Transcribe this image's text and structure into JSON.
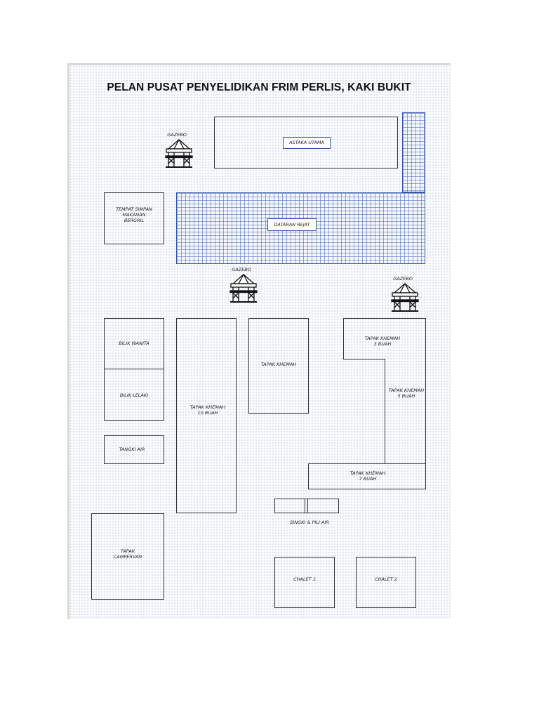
{
  "title": "PELAN PUSAT PENYELIDIKAN FRIM PERLIS, KAKI BUKIT",
  "areas": {
    "astaka_utama": "ASTAKA UTAMA",
    "dataran_rejat": "DATARAN REJAT",
    "tempat_simpan": "TEMPAT SIMPAN\nMAKANAN\nBERGRIL",
    "bilik_wanita": "BILIK WANITA",
    "bilik_lelaki": "BILIK LELAKI",
    "tangki_air": "TANGKI AIR",
    "tapak_khemah_10": "TAPAK KHEMAH\n10 BUAH",
    "tapak_khemah": "TAPAK KHEMAH",
    "tapak_khemah_3": "TAPAK KHEMAH\n3 BUAH",
    "tapak_khemah_5": "TAPAK KHEMAH\n5 BUAH",
    "tapak_khemah_7": "TAPAK KHEMAH\n7 BUAH",
    "singki": "SINGKI & PILI AIR",
    "tapak_campervan": "TAPAK\nCAMPERVAN",
    "chalet_1": "CHALET 1",
    "chalet_2": "CHALET 2"
  },
  "gazebos": [
    "GAZEBO",
    "GAZEBO",
    "GAZEBO"
  ],
  "icons": {
    "gazebo": "gazebo-icon"
  },
  "colors": {
    "outline": "#333333",
    "grid_blue": "#3556a6"
  }
}
